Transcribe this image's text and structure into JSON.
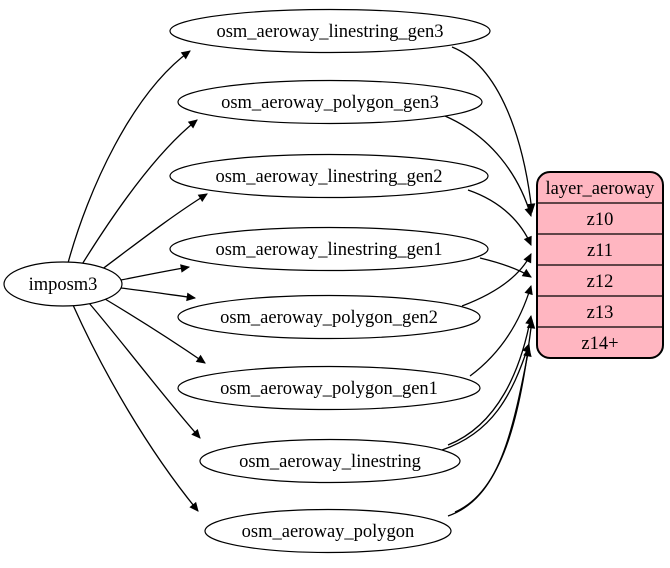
{
  "diagram": {
    "background": "#ffffff",
    "edge_color": "#000000",
    "node_fill": "#ffffff",
    "node_stroke": "#000000",
    "source_node": {
      "label": "imposm3"
    },
    "tables": [
      {
        "label": "osm_aeroway_linestring_gen3",
        "feeds": [
          "z10"
        ]
      },
      {
        "label": "osm_aeroway_polygon_gen3",
        "feeds": [
          "z10"
        ]
      },
      {
        "label": "osm_aeroway_linestring_gen2",
        "feeds": [
          "z11"
        ]
      },
      {
        "label": "osm_aeroway_linestring_gen1",
        "feeds": [
          "z12"
        ]
      },
      {
        "label": "osm_aeroway_polygon_gen2",
        "feeds": [
          "z11"
        ]
      },
      {
        "label": "osm_aeroway_polygon_gen1",
        "feeds": [
          "z12"
        ]
      },
      {
        "label": "osm_aeroway_linestring",
        "feeds": [
          "z13",
          "z14+"
        ]
      },
      {
        "label": "osm_aeroway_polygon",
        "feeds": [
          "z13",
          "z14+"
        ]
      }
    ],
    "layer_node": {
      "title": "layer_aeroway",
      "rows": [
        "z10",
        "z11",
        "z12",
        "z13",
        "z14+"
      ],
      "fill": "#ffb6c1",
      "stroke": "#000000"
    }
  }
}
